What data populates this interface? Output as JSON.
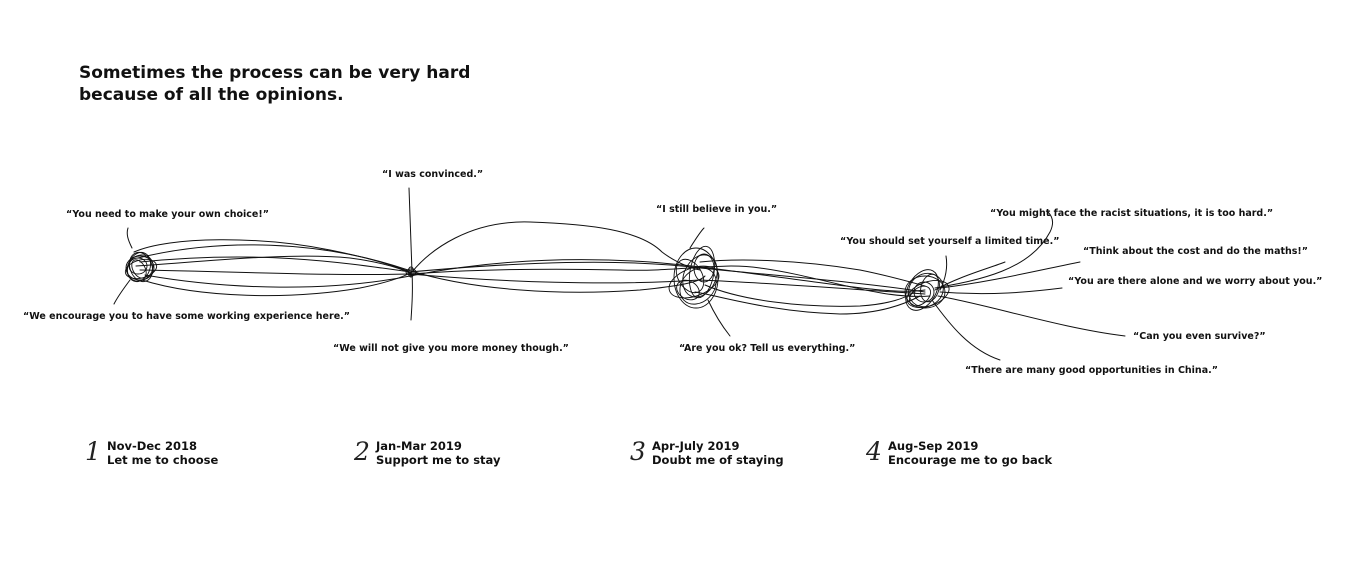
{
  "title": {
    "line1": "Sometimes the process can be very hard",
    "line2": "because of all the opinions."
  },
  "quotes": [
    "“I was convinced.”",
    "“You need to make your own choice!”",
    "“We encourage you to have some working experience here.”",
    "“We will not give you more money though.”",
    "“I still believe in you.”",
    "“Are you ok? Tell us everything.”",
    "“You might face the racist situations, it is too hard.”",
    "“You should set yourself a limited time.”",
    "“Think about the cost and do the maths!”",
    "“You are there alone and we worry about you.”",
    "“Can you even survive?”",
    "“There are many good opportunities in China.”"
  ],
  "phases": [
    {
      "number": "1",
      "period": "Nov-Dec 2018",
      "label": "Let me to choose"
    },
    {
      "number": "2",
      "period": "Jan-Mar 2019",
      "label": "Support me to stay"
    },
    {
      "number": "3",
      "period": "Apr-July 2019",
      "label": "Doubt me of staying"
    },
    {
      "number": "4",
      "period": "Aug-Sep 2019",
      "label": "Encourage me to go back"
    }
  ],
  "colors": {
    "ink": "#111111",
    "background": "#ffffff"
  }
}
